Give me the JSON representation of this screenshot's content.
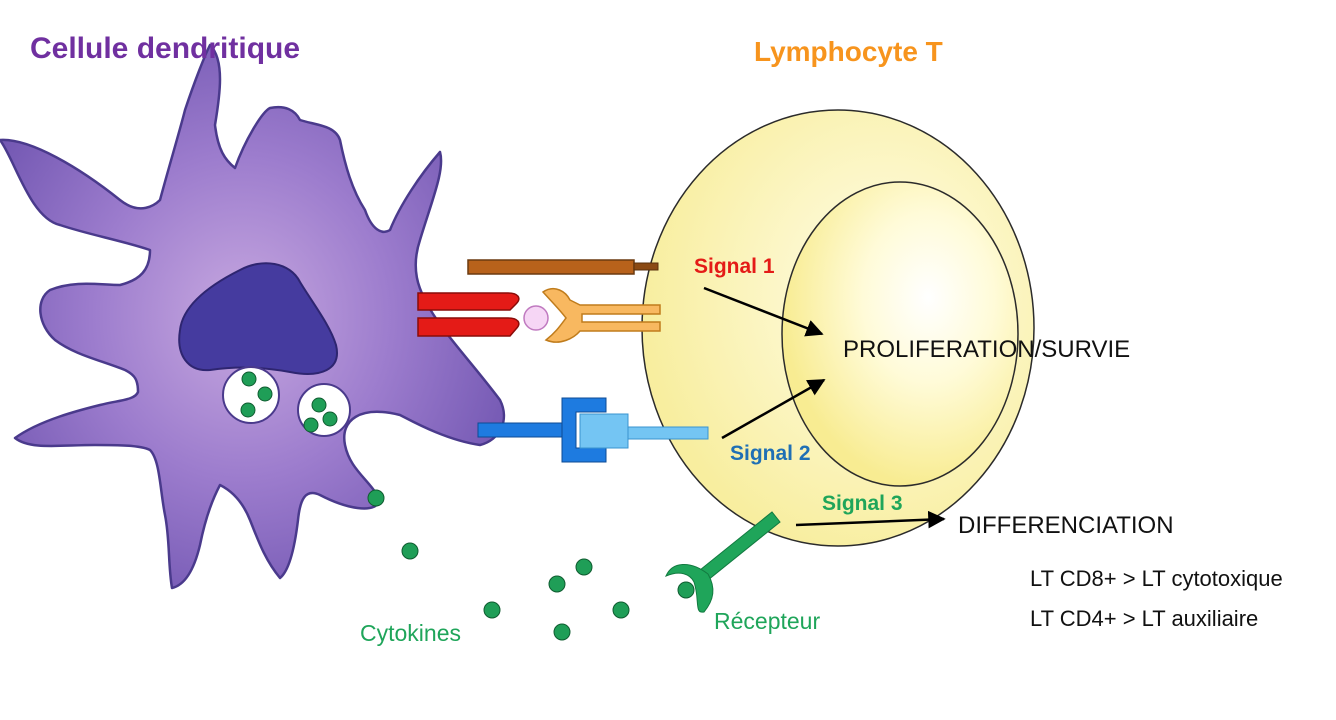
{
  "labels": {
    "dendritic_cell": "Cellule dendritique",
    "t_cell": "Lymphocyte T",
    "signal1": "Signal 1",
    "signal2": "Signal 2",
    "signal3": "Signal 3",
    "proliferation": "PROLIFERATION/SURVIE",
    "differentiation": "DIFFERENCIATION",
    "cd8": "LT CD8+ > LT cytotoxique",
    "cd4": "LT CD4+ > LT auxiliaire",
    "cytokines": "Cytokines",
    "receptor": "Récepteur"
  },
  "colors": {
    "dendritic_title": "#7030a0",
    "t_cell_title": "#f7941d",
    "signal1": "#e41b17",
    "signal2": "#1f6fb5",
    "signal3": "#1fa55a",
    "cytokine": "#1f9e57",
    "cell_body": "#8f6bc4",
    "nucleus": "#433a9e",
    "lymphocyte": "#fbf3b4"
  }
}
